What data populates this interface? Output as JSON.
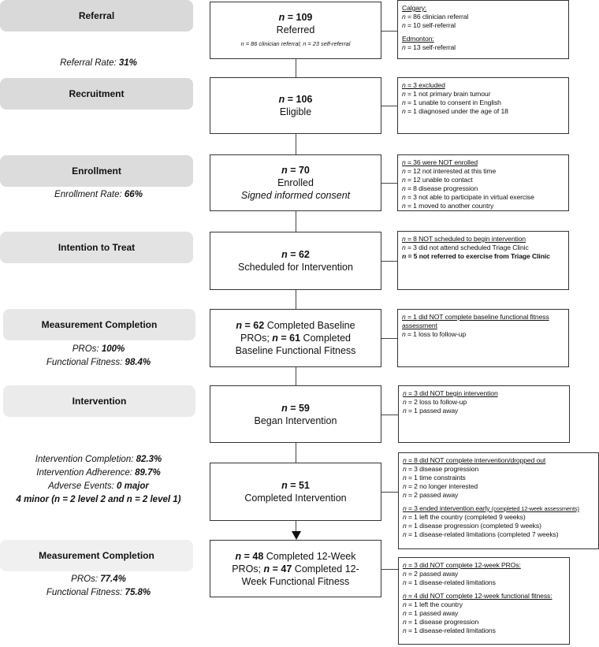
{
  "stages": [
    {
      "label": "Referral",
      "color": "#d9d9d9",
      "sub": [
        [
          [
            "Referral Rate: ",
            ""
          ],
          [
            "31%",
            "b"
          ]
        ]
      ],
      "main": [
        [
          [
            "n",
            "bi"
          ],
          [
            " = 109",
            "b"
          ]
        ],
        [
          [
            "Referred",
            ""
          ]
        ],
        [
          [
            "n = 86 clinician referral; n = 23 self-referral",
            "si"
          ]
        ]
      ],
      "side": [
        [
          [
            "Calgary:",
            "u"
          ]
        ],
        [
          [
            "n",
            "i"
          ],
          [
            " = 86 clinician referral",
            ""
          ]
        ],
        [
          [
            "n",
            "i"
          ],
          [
            " = 10 self-referral",
            ""
          ]
        ],
        "gap",
        [
          [
            "Edmonton:",
            "u"
          ]
        ],
        [
          [
            "n",
            "i"
          ],
          [
            " = 13 self-referral",
            ""
          ]
        ]
      ]
    },
    {
      "label": "Recruitment",
      "color": "#dadada",
      "sub": [],
      "main": [
        [
          [
            "n",
            "bi"
          ],
          [
            " = 106",
            "b"
          ]
        ],
        [
          [
            "Eligible",
            ""
          ]
        ]
      ],
      "side": [
        [
          [
            "n",
            "iu"
          ],
          [
            " = 3 excluded",
            "u"
          ]
        ],
        [
          [
            "n",
            "i"
          ],
          [
            " = 1 not primary brain tumour",
            ""
          ]
        ],
        [
          [
            "n",
            "i"
          ],
          [
            " = 1 unable to consent in English",
            ""
          ]
        ],
        [
          [
            "n",
            "i"
          ],
          [
            " = 1 diagnosed under the age of 18",
            ""
          ]
        ]
      ]
    },
    {
      "label": "Enrollment",
      "color": "#dcdcdc",
      "sub": [
        [
          [
            "Enrollment Rate: ",
            ""
          ],
          [
            "66%",
            "b"
          ]
        ]
      ],
      "main": [
        [
          [
            "n",
            "bi"
          ],
          [
            " = 70",
            "b"
          ]
        ],
        [
          [
            "Enrolled",
            ""
          ]
        ],
        [
          [
            "Signed informed consent",
            "i"
          ]
        ]
      ],
      "side": [
        [
          [
            "n",
            "iu"
          ],
          [
            " = 36 were NOT enrolled",
            "u"
          ]
        ],
        [
          [
            "n",
            "i"
          ],
          [
            " = 12 not interested at this time",
            ""
          ]
        ],
        [
          [
            "n",
            "i"
          ],
          [
            " = 12 unable to contact",
            ""
          ]
        ],
        [
          [
            "n",
            "i"
          ],
          [
            " = 8 disease progression",
            ""
          ]
        ],
        [
          [
            "n",
            "i"
          ],
          [
            " = 3 not able to participate in virtual exercise",
            ""
          ]
        ],
        [
          [
            "n",
            "i"
          ],
          [
            " = 1 moved to another country",
            ""
          ]
        ]
      ]
    },
    {
      "label": "Intention to Treat",
      "color": "#e3e3e3",
      "sub": [],
      "main": [
        [
          [
            "n",
            "bi"
          ],
          [
            " = 62",
            "b"
          ]
        ],
        [
          [
            "Scheduled for Intervention",
            ""
          ]
        ]
      ],
      "side": [
        [
          [
            "n",
            "iu"
          ],
          [
            " = 8 NOT scheduled to begin intervention",
            "u"
          ]
        ],
        [
          [
            "n",
            "i"
          ],
          [
            " = 3 did not attend scheduled Triage Clinic",
            ""
          ]
        ],
        [
          [
            "n",
            "bi"
          ],
          [
            " = 5 not referred to exercise from Triage Clinic",
            "b"
          ]
        ]
      ]
    },
    {
      "label": "Measurement Completion",
      "color": "#e7e7e7",
      "sub": [
        [
          [
            "PROs: ",
            ""
          ],
          [
            "100%",
            "b"
          ]
        ],
        [
          [
            "Functional Fitness: ",
            ""
          ],
          [
            "98.4%",
            "b"
          ]
        ]
      ],
      "main": [
        [
          [
            "n",
            "bi"
          ],
          [
            " = 62",
            "b"
          ],
          [
            " Completed Baseline",
            ""
          ]
        ],
        [
          [
            "PROs; ",
            ""
          ],
          [
            "n",
            "bi"
          ],
          [
            " = 61",
            "b"
          ],
          [
            " Completed",
            ""
          ]
        ],
        [
          [
            "Baseline Functional Fitness",
            ""
          ]
        ]
      ],
      "side": [
        [
          [
            "n",
            "iu"
          ],
          [
            " = 1 did NOT complete baseline functional fitness",
            "u"
          ]
        ],
        [
          [
            "assessment",
            "u"
          ]
        ],
        [
          [
            "n",
            "i"
          ],
          [
            " = 1 loss to follow-up",
            ""
          ]
        ]
      ]
    },
    {
      "label": "Intervention",
      "color": "#ebebeb",
      "sub": [],
      "main": [
        [
          [
            "n",
            "bi"
          ],
          [
            " = 59",
            "b"
          ]
        ],
        [
          [
            "Began Intervention",
            ""
          ]
        ]
      ],
      "side": [
        [
          [
            "n",
            "iu"
          ],
          [
            " = 3 did NOT begin intervention",
            "u"
          ]
        ],
        [
          [
            "n",
            "i"
          ],
          [
            " = 2 loss to follow-up",
            ""
          ]
        ],
        [
          [
            "n",
            "i"
          ],
          [
            " = 1 passed away",
            ""
          ]
        ]
      ]
    },
    {
      "label": "",
      "color": "",
      "sub": [
        [
          [
            "Intervention Completion: ",
            ""
          ],
          [
            "82.3%",
            "b"
          ]
        ],
        [
          [
            "Intervention Adherence: ",
            ""
          ],
          [
            "89.7%",
            "b"
          ]
        ],
        [
          [
            "Adverse Events: ",
            ""
          ],
          [
            "0 major",
            "b"
          ]
        ],
        [
          [
            "4 minor (n = 2 level 2 and n = 2 level 1)",
            "b"
          ]
        ]
      ],
      "main": [
        [
          [
            "n",
            "bi"
          ],
          [
            " = 51",
            "b"
          ]
        ],
        [
          [
            "Completed Intervention",
            ""
          ]
        ]
      ],
      "side": [
        [
          [
            "n",
            "iu"
          ],
          [
            " = 8 did NOT complete intervention/dropped out",
            "u"
          ]
        ],
        [
          [
            "n",
            "i"
          ],
          [
            " = 3 disease progression",
            ""
          ]
        ],
        [
          [
            "n",
            "i"
          ],
          [
            " = 1 time constraints",
            ""
          ]
        ],
        [
          [
            "n",
            "i"
          ],
          [
            " = 2 no longer interested",
            ""
          ]
        ],
        [
          [
            "n",
            "i"
          ],
          [
            " = 2 passed away",
            ""
          ]
        ],
        "gap",
        [
          [
            "n",
            "iu"
          ],
          [
            " = 3 ended intervention early ",
            "u"
          ],
          [
            "(completed 12-week assessments)",
            "us"
          ]
        ],
        [
          [
            "n",
            "i"
          ],
          [
            " = 1 left the country (completed 9 weeks)",
            ""
          ]
        ],
        [
          [
            "n",
            "i"
          ],
          [
            " = 1 disease progression (completed 9 weeks)",
            ""
          ]
        ],
        [
          [
            "n",
            "i"
          ],
          [
            " = 1 disease-related limitations (completed 7 weeks)",
            ""
          ]
        ]
      ]
    },
    {
      "label": "Measurement Completion",
      "color": "#f0f0f0",
      "sub": [
        [
          [
            "PROs: ",
            ""
          ],
          [
            "77.4%",
            "b"
          ]
        ],
        [
          [
            "Functional Fitness: ",
            ""
          ],
          [
            "75.8%",
            "b"
          ]
        ]
      ],
      "main": [
        [
          [
            "n",
            "bi"
          ],
          [
            " = 48",
            "b"
          ],
          [
            " Completed 12-Week",
            ""
          ]
        ],
        [
          [
            "PROs; ",
            ""
          ],
          [
            "n",
            "bi"
          ],
          [
            " = 47",
            "b"
          ],
          [
            " Completed 12-",
            ""
          ]
        ],
        [
          [
            "Week Functional Fitness",
            ""
          ]
        ]
      ],
      "side": [
        [
          [
            "n",
            "iu"
          ],
          [
            " = 3 did NOT complete 12-week PROs:",
            "u"
          ]
        ],
        [
          [
            "n",
            "i"
          ],
          [
            " = 2 passed away",
            ""
          ]
        ],
        [
          [
            "n",
            "i"
          ],
          [
            " = 1 disease-related limitations",
            ""
          ]
        ],
        "gap",
        [
          [
            "n",
            "iu"
          ],
          [
            " = 4 did NOT complete 12-week functional fitness:",
            "u"
          ]
        ],
        [
          [
            "n",
            "i"
          ],
          [
            " = 1 left the country",
            ""
          ]
        ],
        [
          [
            "n",
            "i"
          ],
          [
            " = 1 passed away",
            ""
          ]
        ],
        [
          [
            "n",
            "i"
          ],
          [
            " = 1 disease progression",
            ""
          ]
        ],
        [
          [
            "n",
            "i"
          ],
          [
            " = 1 disease-related limitations",
            ""
          ]
        ]
      ]
    }
  ]
}
